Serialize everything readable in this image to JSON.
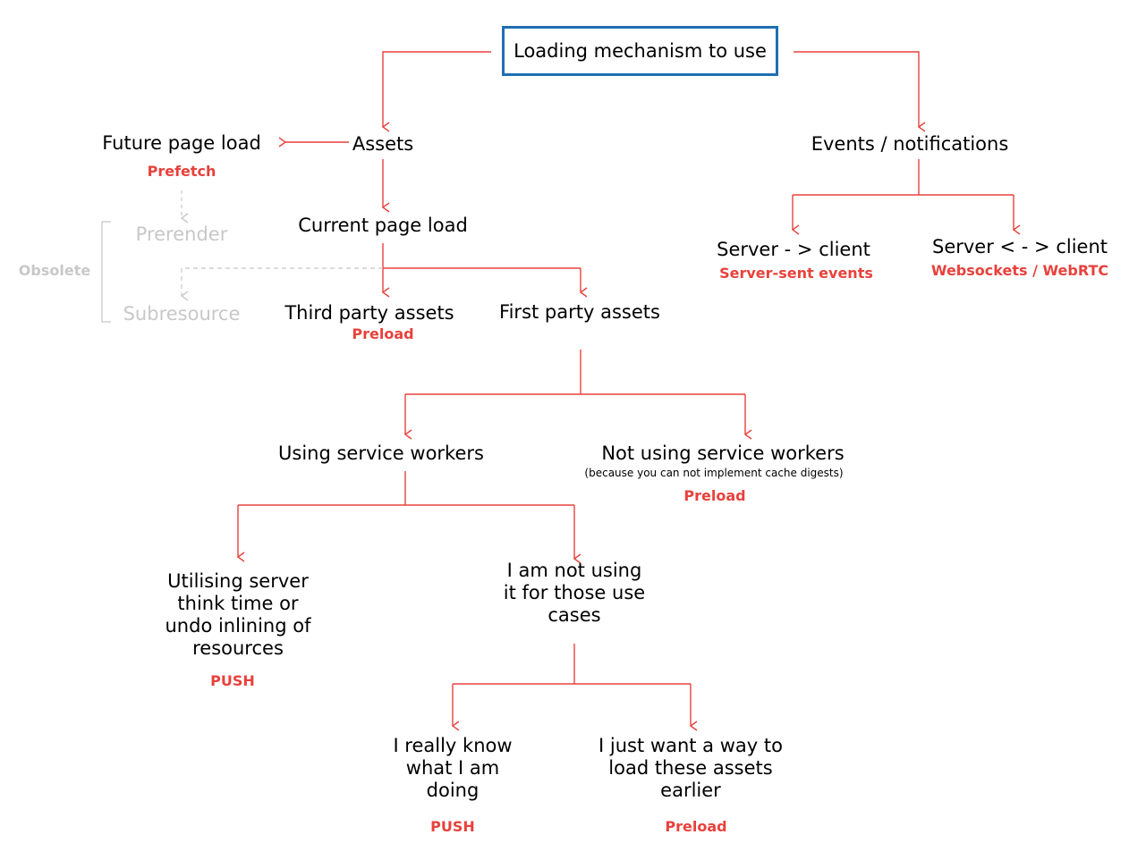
{
  "root": "Loading mechanism to use",
  "nodes": {
    "assets": "Assets",
    "events": "Events / notifications",
    "future_page_load": "Future page load",
    "prefetch": "Prefetch",
    "prerender": "Prerender",
    "obsolete": "Obsolete",
    "subresource": "Subresource",
    "current_page_load": "Current page load",
    "third_party_assets": "Third party assets",
    "third_party_preload": "Preload",
    "first_party_assets": "First party assets",
    "server_to_client": "Server - > client",
    "server_sent_events": "Server-sent events",
    "server_both_client": "Server < - > client",
    "websockets": "Websockets / WebRTC",
    "using_sw": "Using service workers",
    "not_using_sw": "Not using service workers",
    "not_using_sw_note": "(because you can not implement cache digests)",
    "not_using_sw_preload": "Preload",
    "utilising": "Utilising server think time or undo inlining of resources",
    "utilising_push": "PUSH",
    "not_using_cases": "I am not using it for those use cases",
    "really_know": "I really know what I am doing",
    "really_know_push": "PUSH",
    "just_want": "I just want a way to load these assets earlier",
    "just_want_preload": "Preload"
  },
  "colors": {
    "connector": "#e8413c",
    "root_border": "#1f6eb3",
    "obsolete_grey": "#c8c8c8"
  }
}
